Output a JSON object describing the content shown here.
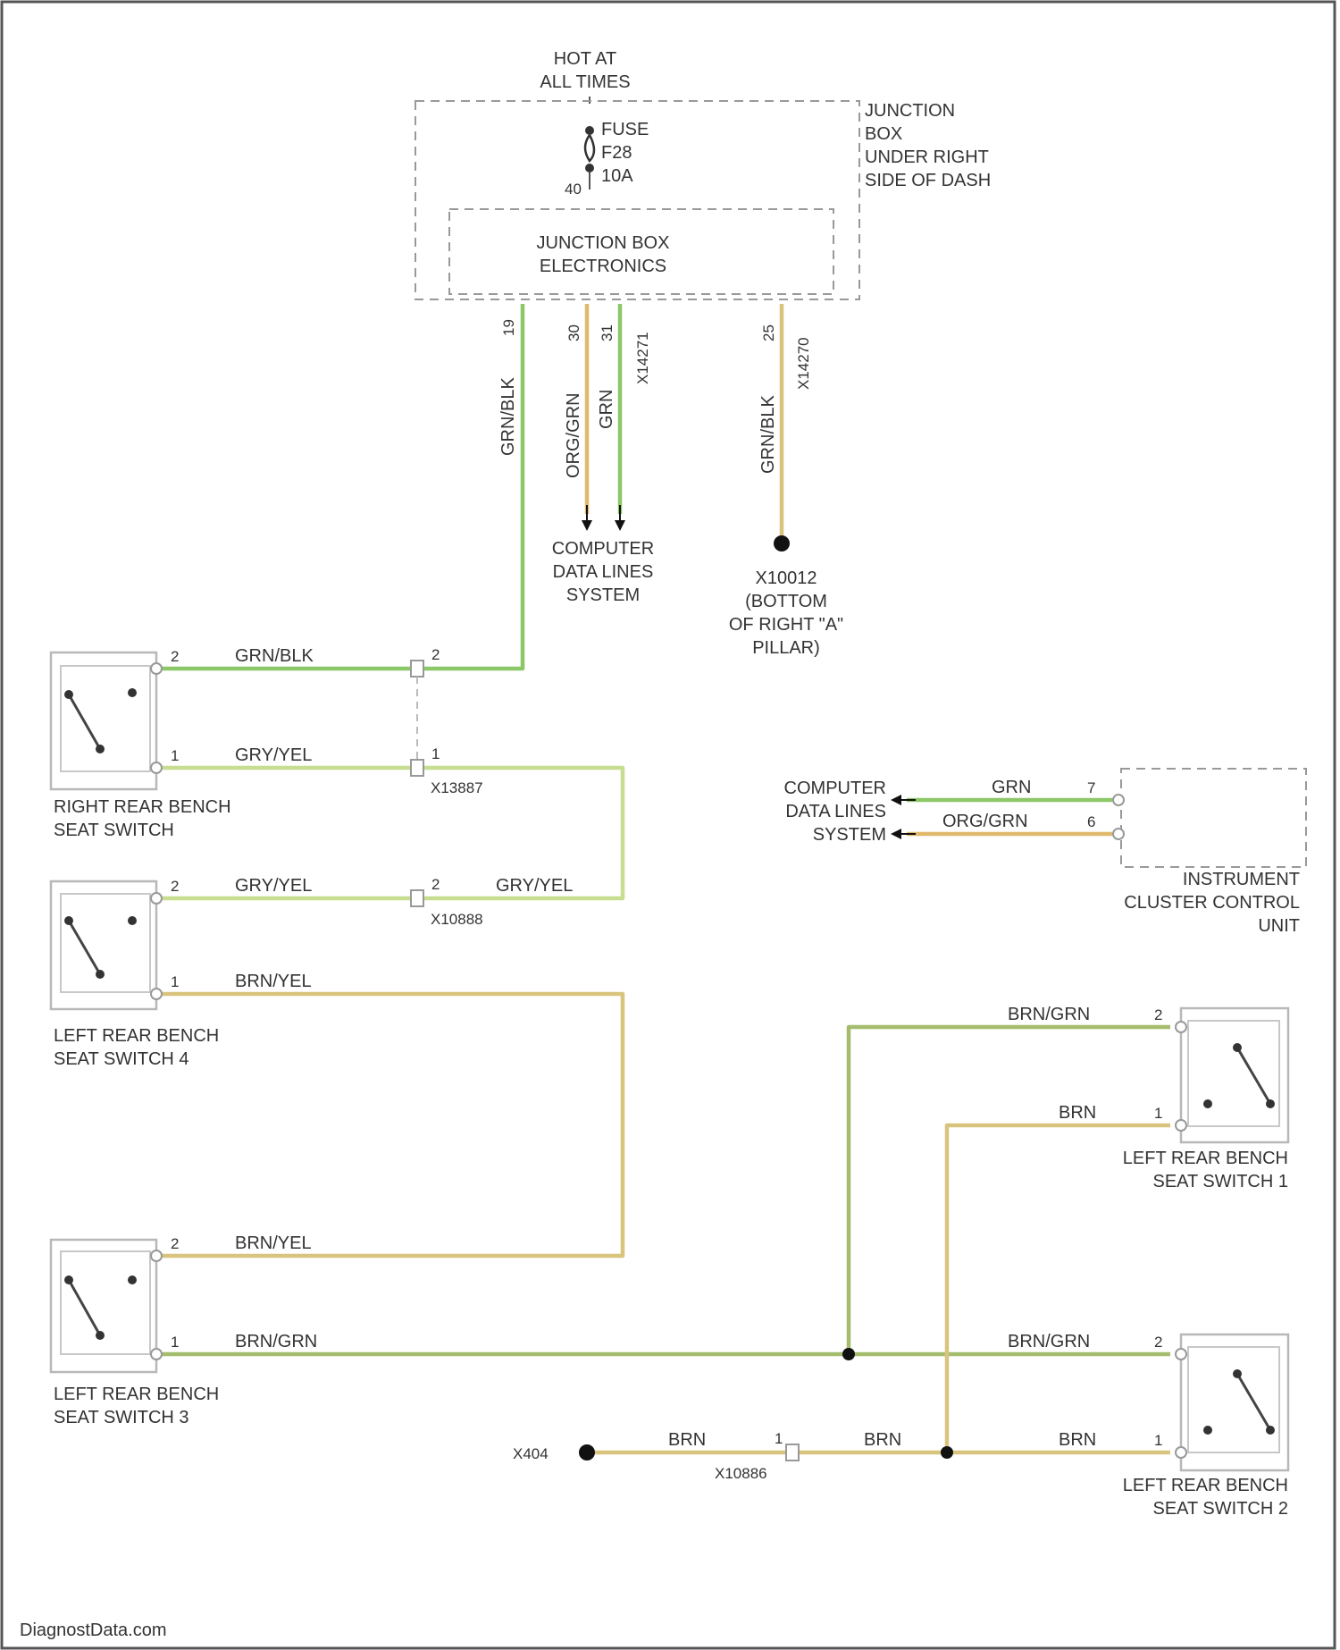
{
  "colors": {
    "grn": "#8cc768",
    "brn": "#d9c47e",
    "gryel": "#c7dd8f",
    "brngrn": "#a4bd6d",
    "orggrn": "#e0b96c",
    "frame": "#999999",
    "text": "#333333"
  },
  "power": {
    "hot_line1": "HOT AT",
    "hot_line2": "ALL TIMES",
    "fuse_line1": "FUSE",
    "fuse_line2": "F28",
    "fuse_line3": "10A",
    "fuse_pin": "40"
  },
  "junction_box": {
    "line1": "JUNCTION",
    "line2": "BOX",
    "line3": "UNDER RIGHT",
    "line4": "SIDE OF DASH",
    "electronics_line1": "JUNCTION BOX",
    "electronics_line2": "ELECTRONICS",
    "pins": [
      "19",
      "30",
      "31",
      "25"
    ],
    "connector_a": "X14271",
    "connector_b": "X14270"
  },
  "wires": {
    "grn_blk": "GRN/BLK",
    "org_grn": "ORG/GRN",
    "grn": "GRN",
    "gry_yel": "GRY/YEL",
    "brn_yel": "BRN/YEL",
    "brn_grn": "BRN/GRN",
    "brn": "BRN"
  },
  "data_lines": {
    "line1": "COMPUTER",
    "line2": "DATA LINES",
    "line3": "SYSTEM"
  },
  "ground_top": {
    "line1": "X10012",
    "line2": "(BOTTOM",
    "line3": "OF RIGHT \"A\"",
    "line4": "PILLAR)"
  },
  "connectors": {
    "x13887": "X13887",
    "x10888": "X10888",
    "x10886": "X10886",
    "x404": "X404"
  },
  "switches": {
    "right_rear_line1": "RIGHT REAR BENCH",
    "right_rear_line2": "SEAT SWITCH",
    "left4_line1": "LEFT REAR BENCH",
    "left4_line2": "SEAT SWITCH 4",
    "left3_line1": "LEFT REAR BENCH",
    "left3_line2": "SEAT SWITCH 3",
    "left1_line1": "LEFT REAR BENCH",
    "left1_line2": "SEAT SWITCH 1",
    "left2_line1": "LEFT REAR BENCH",
    "left2_line2": "SEAT SWITCH 2"
  },
  "cluster": {
    "line1": "INSTRUMENT",
    "line2": "CLUSTER CONTROL",
    "line3": "UNIT",
    "pin_a": "7",
    "pin_b": "6"
  },
  "pins": {
    "one": "1",
    "two": "2"
  },
  "footer": {
    "watermark": "DiagnostData.com"
  }
}
